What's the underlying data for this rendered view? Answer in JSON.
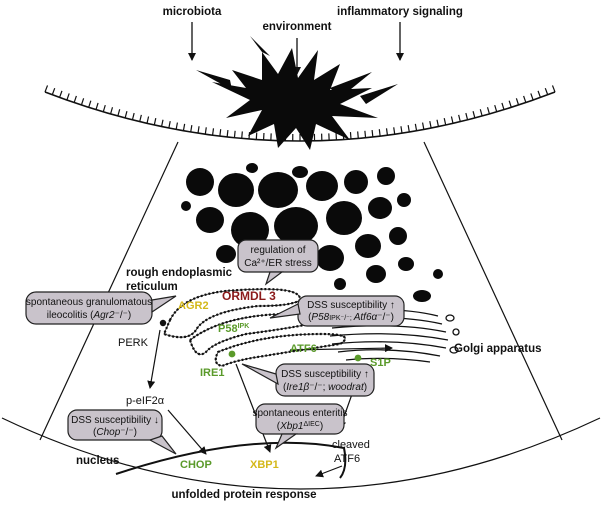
{
  "inputs": {
    "microbiota": "microbiota",
    "environment": "environment",
    "inflammatory": "inflammatory signaling"
  },
  "labels": {
    "rer_line1": "rough endoplasmic",
    "rer_line2": "reticulum",
    "golgi": "Golgi apparatus",
    "perk": "PERK",
    "peif2a": "p-eIF2α",
    "nucleus": "nucleus",
    "cleaved_atf6_line1": "cleaved",
    "cleaved_atf6_line2": "ATF6",
    "upr": "unfolded protein response"
  },
  "proteins": {
    "agr2": "AGR2",
    "ormdl3": "ORMDL 3",
    "p58ipk": "P58",
    "p58ipk_sup": "IPK",
    "atf6": "ATF6",
    "ire1": "IRE1",
    "s1p": "S1P",
    "chop": "CHOP",
    "xbp1": "XBP1"
  },
  "callouts": {
    "calcium_line1": "regulation of",
    "calcium_line2": "Ca²⁺/ER stress",
    "granulomatous_line1": "spontaneous granulomatous",
    "granulomatous_line2a": "ileocolitis (",
    "granulomatous_line2b": "Agr2",
    "granulomatous_line2c": "⁻/⁻)",
    "dss_p58_line1": "DSS susceptibility ↑",
    "dss_p58_line2a": "(",
    "dss_p58_line2b": "P58",
    "dss_p58_line2c": "IPK⁻/⁻; ",
    "dss_p58_line2d": "Atf6α",
    "dss_p58_line2e": "⁻/⁻)",
    "dss_ire_line1": "DSS susceptibility ↑",
    "dss_ire_line2a": "(",
    "dss_ire_line2b": "Ire1β",
    "dss_ire_line2c": "⁻/⁻; ",
    "dss_ire_line2d": "woodrat",
    "dss_ire_line2e": ")",
    "enteritis_line1": "spontaneous enteritis",
    "enteritis_line2a": "(",
    "enteritis_line2b": "Xbp1",
    "enteritis_line2c": "ΔIEC",
    "enteritis_line2d": ")",
    "dss_chop_line1": "DSS susceptibility ↓",
    "dss_chop_line2a": "(",
    "dss_chop_line2b": "Chop",
    "dss_chop_line2c": "⁻/⁻)"
  },
  "colors": {
    "protein_green": "#5a9a2a",
    "protein_yellow": "#d4b81a",
    "ormdl3_red": "#8b1a1a",
    "bubble_fill": "#c9c3cb"
  }
}
